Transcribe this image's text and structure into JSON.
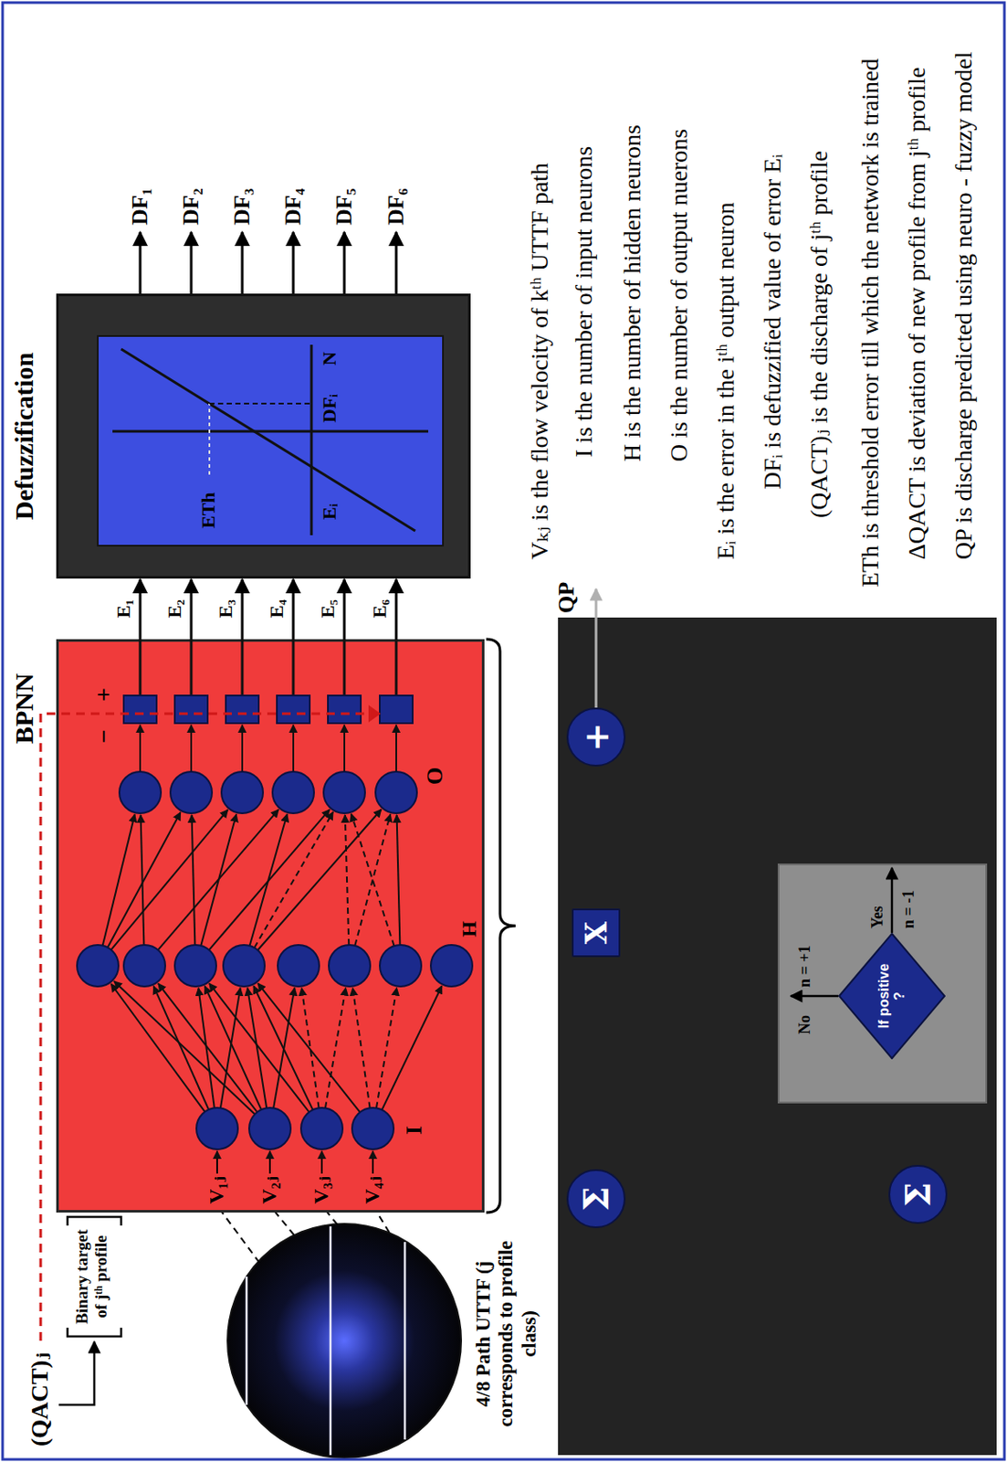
{
  "diagram": {
    "nodes": [
      {
        "text": [
          "BPNN"
        ]
      },
      {
        "text": [
          "Defuzzification"
        ]
      },
      {
        "text": [
          "Σ"
        ]
      },
      {
        "text": [
          "X"
        ]
      },
      {
        "text": [
          "+"
        ]
      },
      {
        "text": [
          "Σ"
        ]
      },
      {
        "text": [
          "If positive ?"
        ]
      }
    ],
    "edges": [
      {
        "from": 0,
        "to": 1,
        "arrow": "to",
        "label": "E₁"
      },
      {
        "from": 0,
        "to": 1,
        "arrow": "to",
        "label": "E₂"
      },
      {
        "from": 0,
        "to": 1,
        "arrow": "to",
        "label": "E₃"
      },
      {
        "from": 0,
        "to": 1,
        "arrow": "to",
        "label": "E₄"
      },
      {
        "from": 0,
        "to": 1,
        "arrow": "to",
        "label": "E₅"
      },
      {
        "from": 0,
        "to": 1,
        "arrow": "to",
        "label": "E₆"
      }
    ],
    "labels": [
      "(QACT)ⱼ",
      "Binary target of jᵗʰ profile",
      "4/8 Path UTTF (j corresponds to profile class)",
      "V₁ⱼ",
      "V₂ⱼ",
      "V₃ⱼ",
      "V₄ⱼ",
      "I",
      "H",
      "O",
      "−",
      "+",
      "DF₁",
      "DF₂",
      "DF₃",
      "DF₄",
      "DF₅",
      "DF₆",
      "ETh",
      "Eᵢ",
      "DFᵢ",
      "N",
      "QP",
      "No",
      "n = +1",
      "Yes",
      "n = -1",
      "Vₖⱼ is the flow velocity of kᵗʰ UTTF path",
      "I is the number of input neurons",
      "H is the number of hidden neurons",
      "O is the number of output nuerons",
      "Eᵢ is the error in the iᵗʰ output neuron",
      "DFᵢ is defuzzified value of error Eᵢ",
      "(QACT)ⱼ is the discharge of jᵗʰ profile",
      "ETh is threshold error till which the network is trained",
      "ΔQACT is deviation of new profile from jᵗʰ profile",
      "QP is discharge predicted using neuro - fuzzy model"
    ]
  }
}
